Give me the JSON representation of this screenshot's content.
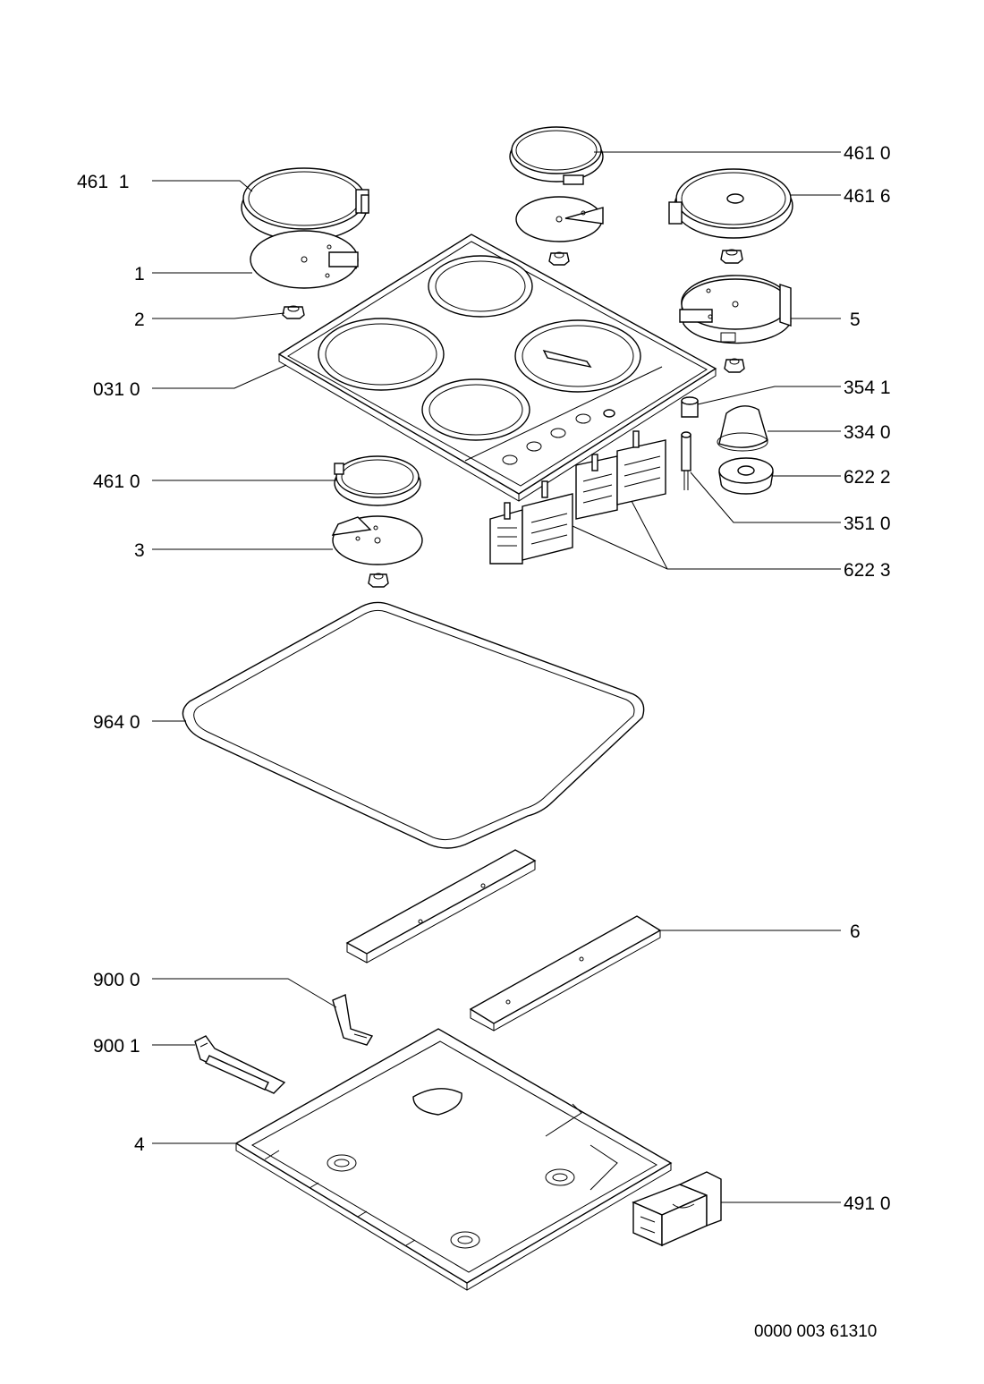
{
  "labels": {
    "l_461_1": "461  1",
    "l_461_0_top": "461 0",
    "l_461_6": "461 6",
    "l_1": "1",
    "l_2": "2",
    "l_5": "5",
    "l_031_0": "031 0",
    "l_354_1": "354 1",
    "l_334_0": "334 0",
    "l_461_0_mid": "461 0",
    "l_622_2": "622 2",
    "l_351_0": "351 0",
    "l_3": "3",
    "l_622_3": "622 3",
    "l_964_0": "964 0",
    "l_6": "6",
    "l_900_0": "900 0",
    "l_900_1": "900 1",
    "l_4": "4",
    "l_491_0": "491 0"
  },
  "document_number": "0000 003 61310"
}
